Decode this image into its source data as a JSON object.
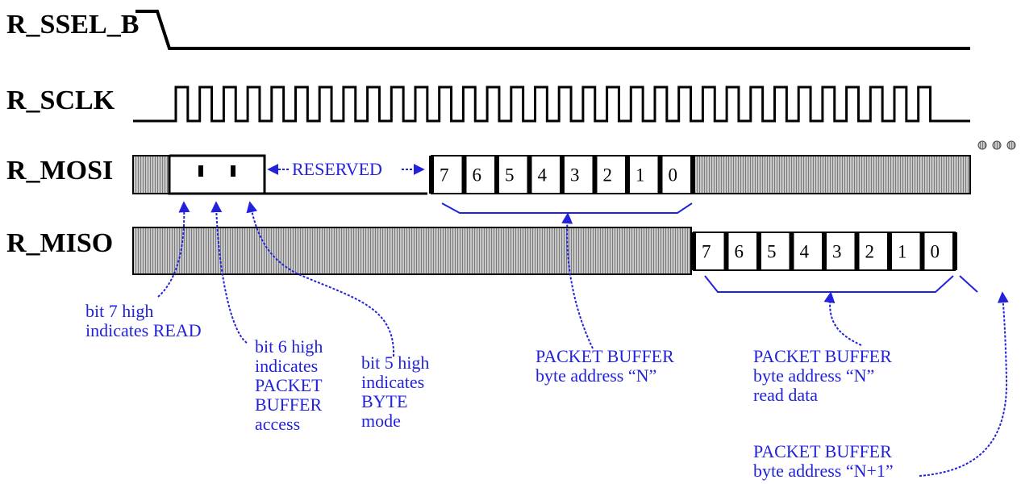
{
  "signals": {
    "ssel": "R_SSEL_B",
    "sclk": "R_SCLK",
    "mosi": "R_MOSI",
    "miso": "R_MISO"
  },
  "mosi_reserved": "RESERVED",
  "mosi_bits": [
    "7",
    "6",
    "5",
    "4",
    "3",
    "2",
    "1",
    "0"
  ],
  "miso_bits": [
    "7",
    "6",
    "5",
    "4",
    "3",
    "2",
    "1",
    "0"
  ],
  "annotations": {
    "bit7": [
      "bit 7 high",
      "indicates READ"
    ],
    "bit6": [
      "bit 6 high",
      "indicates",
      "PACKET",
      "BUFFER",
      "access"
    ],
    "bit5": [
      "bit 5 high",
      "indicates",
      "BYTE",
      "mode"
    ],
    "address_n": [
      "PACKET BUFFER",
      "byte address “N”"
    ],
    "read_data": [
      "PACKET BUFFER",
      "byte address “N”",
      "read data"
    ],
    "address_n1": [
      "PACKET BUFFER",
      "byte address “N+1”"
    ]
  },
  "colors": {
    "annotation": "#2222dd",
    "waveform": "#000000",
    "hatch": "#a8a8a8"
  }
}
